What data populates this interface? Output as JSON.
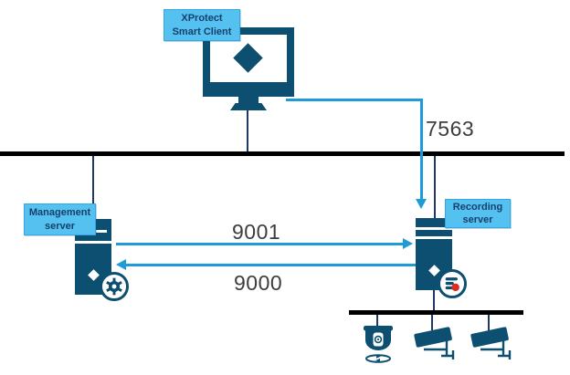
{
  "diagram": {
    "type": "network-port-diagram",
    "nodes": {
      "smart_client": {
        "label": "XProtect\nSmart Client",
        "icon": "monitor-icon"
      },
      "management_server": {
        "label": "Management\nserver",
        "icon": "server-tower-gear-icon"
      },
      "recording_server": {
        "label": "Recording\nserver",
        "icon": "server-tower-record-icon"
      }
    },
    "connections": [
      {
        "from": "smart_client",
        "to": "recording_server",
        "port": "7563",
        "direction": "down"
      },
      {
        "from": "management_server",
        "to": "recording_server",
        "port": "9001",
        "direction": "right"
      },
      {
        "from": "recording_server",
        "to": "management_server",
        "port": "9000",
        "direction": "left"
      }
    ],
    "devices": [
      {
        "icon": "ptz-dome-camera-icon"
      },
      {
        "icon": "bullet-camera-icon"
      },
      {
        "icon": "bullet-camera-icon"
      }
    ],
    "colors": {
      "node_navy": "#0d4f71",
      "connector_navy": "#1f3864",
      "arrow_blue": "#1f9cd8",
      "label_bg": "#55c1f0",
      "label_text": "#17406b",
      "bus_black": "#000000",
      "record_red": "#e02b20",
      "port_text": "#3d3d3d"
    }
  }
}
